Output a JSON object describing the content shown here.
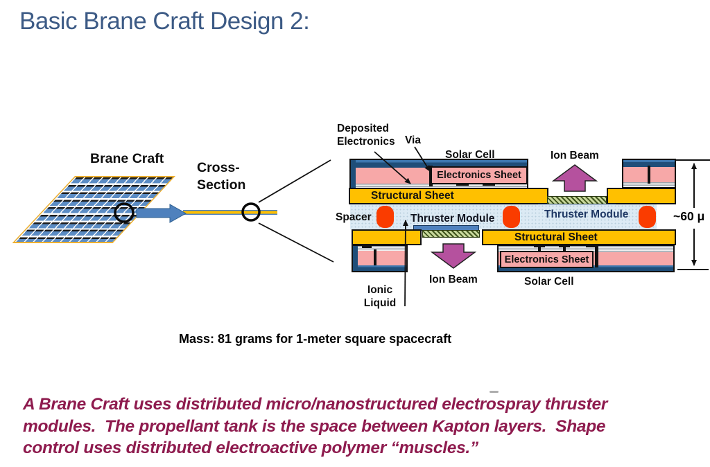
{
  "title": "Basic Brane Craft Design 2:",
  "overview": {
    "brane_craft_label": "Brane Craft",
    "cross_section_line1": "Cross-",
    "cross_section_line2": "Section"
  },
  "cross_section": {
    "deposited_electronics_line1": "Deposited",
    "deposited_electronics_line2": "Electronics",
    "via": "Via",
    "solar_cell_top": "Solar Cell",
    "ion_beam_top": "Ion Beam",
    "electronics_sheet_top": "Electronics Sheet",
    "structural_sheet_top": "Structural Sheet",
    "spacer": "Spacer",
    "thruster_module_left": "Thruster Module",
    "thruster_module_right": "Thruster Module",
    "structural_sheet_bottom": "Structural Sheet",
    "electronics_sheet_bottom": "Electronics Sheet",
    "ion_beam_bottom": "Ion Beam",
    "solar_cell_bottom": "Solar Cell",
    "ionic_liquid_line1": "Ionic",
    "ionic_liquid_line2": "Liquid",
    "thickness_dimension": "~60 μ"
  },
  "mass_note": "Mass: 81 grams for 1-meter square spacecraft",
  "caption": {
    "line1": "A Brane Craft uses distributed micro/nanostructured electrospray thruster",
    "line2": "modules.  The propellant tank is the space between Kapton layers.  Shape",
    "line3": "control uses distributed electroactive polymer “muscles.”"
  },
  "colors": {
    "title_blue": "#3C5A85",
    "caption_maroon": "#8E1B4E",
    "solar_cell_navy": "#1F4E79",
    "electronics_pink": "#F7A8A8",
    "structural_yellow": "#FFC000",
    "tank_light_blue": "#DCEAF4",
    "spacer_red": "#FA3C00",
    "ion_beam_magenta": "#B5519E",
    "panel_blue": "#5B8CC4",
    "thruster_strip_blue": "#4F81BD"
  }
}
